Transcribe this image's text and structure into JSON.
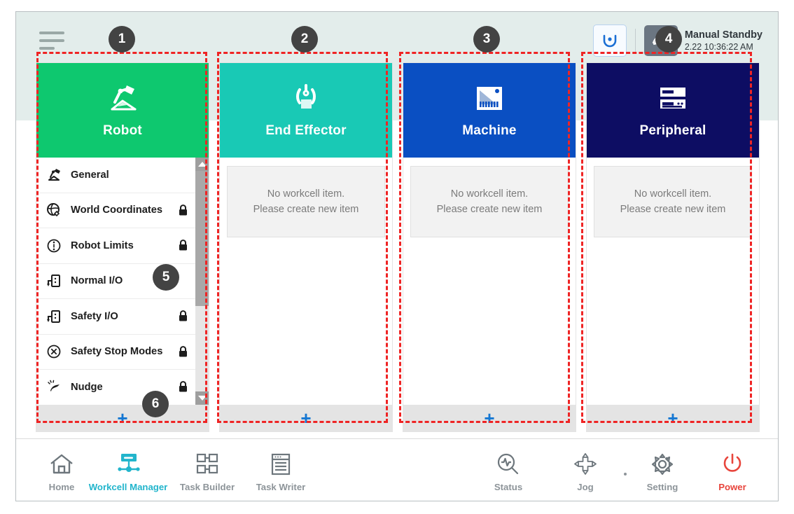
{
  "topbar": {
    "menu_icon": "hamburger-menu-icon",
    "robot_mode_icon": "cobot-outline-icon",
    "mode_icon": "manual-hand-icon",
    "status_title": "Manual Standby",
    "status_time": "2.22 10:36:22 AM"
  },
  "columns": [
    {
      "id": "robot",
      "title": "Robot",
      "icon": "robot-arm-icon",
      "color": "#0ec86f",
      "add_label": "+",
      "items": [
        {
          "label": "General",
          "icon": "robot-arm-icon",
          "locked": false
        },
        {
          "label": "World Coordinates",
          "icon": "world-globe-icon",
          "locked": true
        },
        {
          "label": "Robot Limits",
          "icon": "robot-limits-icon",
          "locked": true
        },
        {
          "label": "Normal I/O",
          "icon": "io-port-icon",
          "locked": false
        },
        {
          "label": "Safety I/O",
          "icon": "io-port-icon",
          "locked": true
        },
        {
          "label": "Safety Stop Modes",
          "icon": "stop-sign-icon",
          "locked": true
        },
        {
          "label": "Nudge",
          "icon": "nudge-hand-icon",
          "locked": true
        }
      ]
    },
    {
      "id": "end-effector",
      "title": "End Effector",
      "icon": "gripper-icon",
      "color": "#19c9b5",
      "add_label": "+",
      "empty_line1": "No workcell item.",
      "empty_line2": "Please create new item"
    },
    {
      "id": "machine",
      "title": "Machine",
      "icon": "machine-icon",
      "color": "#0a4fc2",
      "add_label": "+",
      "empty_line1": "No workcell item.",
      "empty_line2": "Please create new item"
    },
    {
      "id": "peripheral",
      "title": "Peripheral",
      "icon": "peripheral-rack-icon",
      "color": "#0d0d63",
      "add_label": "+",
      "empty_line1": "No workcell item.",
      "empty_line2": "Please create new item"
    }
  ],
  "bottom_nav": {
    "left": [
      {
        "label": "Home",
        "icon": "home-icon",
        "active": false
      },
      {
        "label": "Workcell Manager",
        "icon": "workcell-manager-icon",
        "active": true
      },
      {
        "label": "Task Builder",
        "icon": "task-builder-icon",
        "active": false
      },
      {
        "label": "Task Writer",
        "icon": "task-writer-icon",
        "active": false
      }
    ],
    "right": [
      {
        "label": "Status",
        "icon": "status-magnifier-icon",
        "active": false
      },
      {
        "label": "Jog",
        "icon": "jog-dpad-icon",
        "active": false
      },
      {
        "label": "Setting",
        "icon": "gear-icon",
        "active": false
      },
      {
        "label": "Power",
        "icon": "power-icon",
        "active": false,
        "power": true
      }
    ]
  },
  "annotations": {
    "badges": [
      {
        "number": "1"
      },
      {
        "number": "2"
      },
      {
        "number": "3"
      },
      {
        "number": "4"
      },
      {
        "number": "5"
      },
      {
        "number": "6"
      }
    ],
    "accent_color": "#ef2424"
  }
}
